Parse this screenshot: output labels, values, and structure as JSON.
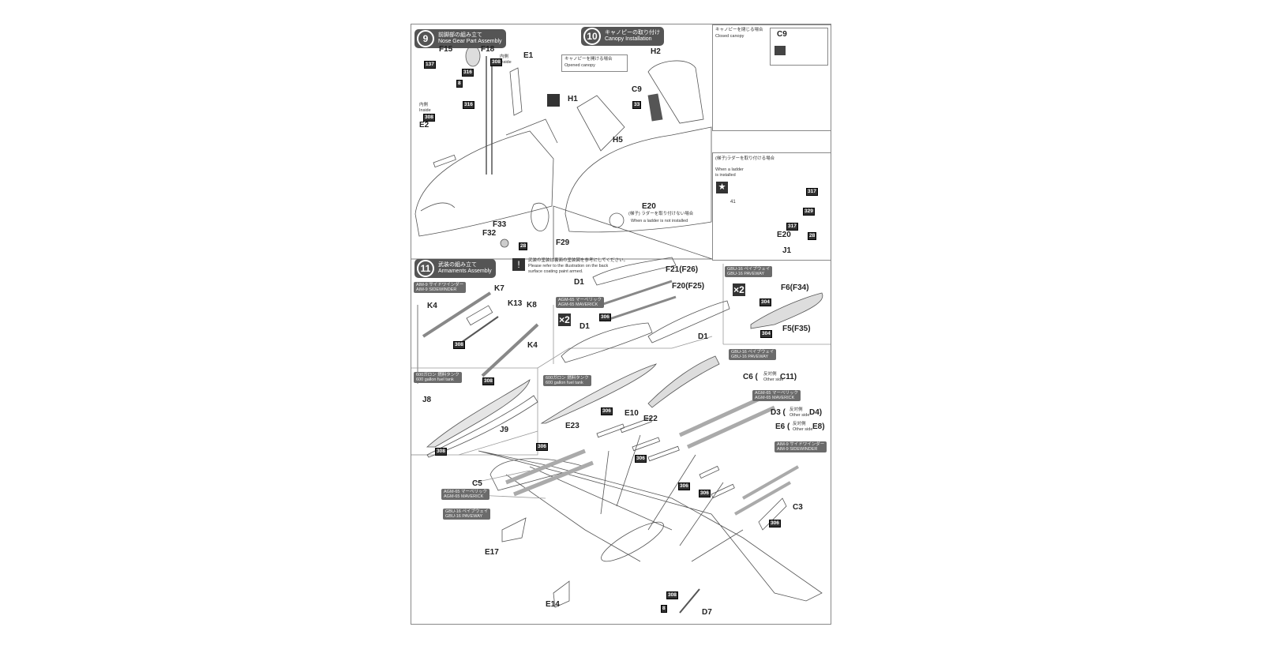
{
  "steps": {
    "s9": {
      "number": "9",
      "jp": "前脚部の組み立て",
      "en": "Nose Gear Part Assembly"
    },
    "s10": {
      "number": "10",
      "jp": "キャノピーの取り付け",
      "en": "Canopy Installation"
    },
    "s11": {
      "number": "11",
      "jp": "武装の組み立て",
      "en": "Armaments Assembly"
    }
  },
  "notes": {
    "opened_canopy_jp": "キャノピーを開ける場合",
    "opened_canopy_en": "Opened canopy",
    "closed_canopy_jp": "キャノピーを閉じる場合",
    "closed_canopy_en": "Closed canopy",
    "ladder_jp": "(梯子)ラダーを取り付ける場合",
    "ladder_en1": "When a ladder",
    "ladder_en2": "is installed",
    "no_ladder_jp": "(梯子) ラダーを取り付けない場合",
    "no_ladder_en": "When a ladder is not installed",
    "paint_jp": "武装の塗装は裏面の塗装図を参考にしてください。",
    "paint_en1": "Please refer to the illustration on the back",
    "paint_en2": "surface coating paint armed.",
    "inside_jp": "内側",
    "inside_en": "Inside",
    "other_side_jp": "反対側",
    "other_side_en": "Other side"
  },
  "tags": {
    "aim9_jp": "AIM-9 サイドワインダー",
    "aim9_en": "AIM-9 SIDEWINDER",
    "agm65_jp": "AGM-65 マーベリック",
    "agm65_en": "AGM-65 MAVERICK",
    "gbu16_jp": "GBU-16 ペイブウェイ",
    "gbu16_en": "GBU-16 PAVEWAY",
    "tank_jp": "600ガロン 燃料タンク",
    "tank_en": "600 gallon fuel tank"
  },
  "multipliers": {
    "x2": "×2"
  },
  "parts": {
    "F15": "F15",
    "F18": "F18",
    "E1": "E1",
    "E2": "E2",
    "F33": "F33",
    "F32": "F32",
    "F29": "F29",
    "H2": "H2",
    "H1": "H1",
    "H5": "H5",
    "C9": "C9",
    "C9b": "C9",
    "E20": "E20",
    "E20b": "E20",
    "J1": "J1",
    "K4": "K4",
    "K7": "K7",
    "K13": "K13",
    "K8": "K8",
    "K4b": "K4",
    "D1": "D1",
    "D1b": "D1",
    "D1c": "D1",
    "F21": "F21(F26)",
    "F20": "F20(F25)",
    "F6": "F6(F34)",
    "F5": "F5(F35)",
    "J8": "J8",
    "J9": "J9",
    "E23": "E23",
    "E10": "E10",
    "E22": "E22",
    "C6": "C6 (",
    "C11": "C11)",
    "D3": "D3 (",
    "D4": "D4)",
    "E6": "E6 (",
    "E8": "E8)",
    "C5": "C5",
    "C3": "C3",
    "E17": "E17",
    "E14": "E14",
    "D7": "D7"
  },
  "paint_codes": {
    "p137": "137",
    "p316a": "316",
    "p308a": "308",
    "p8a": "8",
    "p316b": "316",
    "p308b": "308",
    "p28": "28",
    "p33": "33",
    "p41": "41",
    "p317a": "317",
    "p329": "329",
    "p317b": "317",
    "p28b": "28",
    "p308c": "308",
    "p306a": "306",
    "p304a": "304",
    "p304b": "304",
    "p308d": "308",
    "p308e": "308",
    "p306b": "306",
    "p306c": "306",
    "p306d": "306",
    "p306e": "306",
    "p306f": "306",
    "p306g": "306",
    "p308f": "308",
    "p8b": "8"
  },
  "colors": {
    "step_bg": "#555555",
    "tag_bg": "#6b6b6b",
    "code_bg": "#333333"
  }
}
